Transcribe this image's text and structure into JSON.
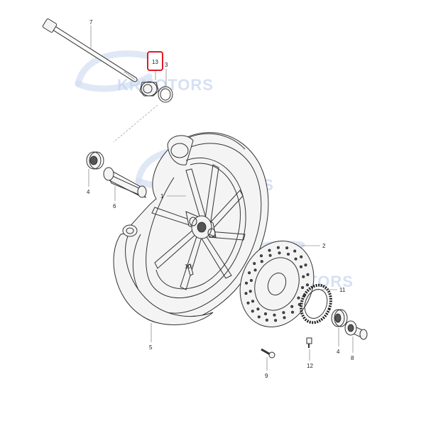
{
  "watermark": {
    "brand": "KRMOTORS"
  },
  "highlight": {
    "callout": "13",
    "color": "#e01b24"
  },
  "callouts": {
    "c1": "1",
    "c2": "2",
    "c3": "3",
    "c4a": "4",
    "c4b": "4",
    "c5": "5",
    "c6": "6",
    "c7": "7",
    "c8": "8",
    "c9": "9",
    "c10": "10",
    "c11": "11",
    "c12": "12",
    "c13": "13"
  },
  "icons": {
    "axle": "axle-icon",
    "wheel": "wheel-icon",
    "disc": "brake-disc-icon"
  }
}
